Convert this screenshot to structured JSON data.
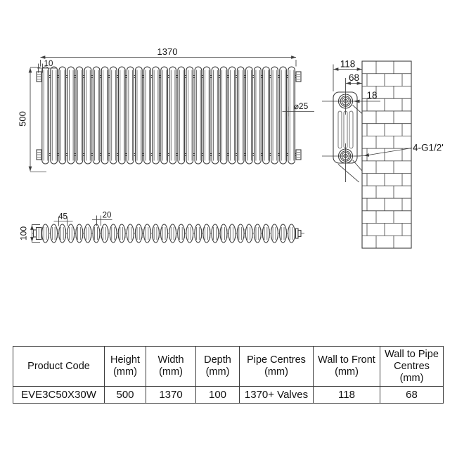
{
  "front_view": {
    "sections": 30,
    "width_dim": "1370",
    "height_dim": "500",
    "top_offset_dim": "10",
    "tube_diameter_dim": "⌀25"
  },
  "plan_view": {
    "sections": 30,
    "depth_dim": "100",
    "section_pitch_dim": "45",
    "column_spacing_dim": "20"
  },
  "side_view": {
    "wall_to_front_dim": "118",
    "wall_to_pipe_centre_dim": "68",
    "pipe_offset_dim": "18",
    "connection_spec": "4-G1/2'"
  },
  "spec_table": {
    "headers": [
      {
        "line1": "Product Code"
      },
      {
        "line1": "Height",
        "line2": "(mm)"
      },
      {
        "line1": "Width",
        "line2": "(mm)"
      },
      {
        "line1": "Depth",
        "line2": "(mm)"
      },
      {
        "line1": "Pipe Centres",
        "line2": "(mm)"
      },
      {
        "line1": "Wall to Front",
        "line2": "(mm)"
      },
      {
        "line1": "Wall to Pipe",
        "line2": "Centres",
        "line3": "(mm)"
      }
    ],
    "row": {
      "product_code": "EVE3C50X30W",
      "height": "500",
      "width": "1370",
      "depth": "100",
      "pipe_centres": "1370+ Valves",
      "wall_to_front": "118",
      "wall_to_pipe_centres": "68"
    }
  }
}
